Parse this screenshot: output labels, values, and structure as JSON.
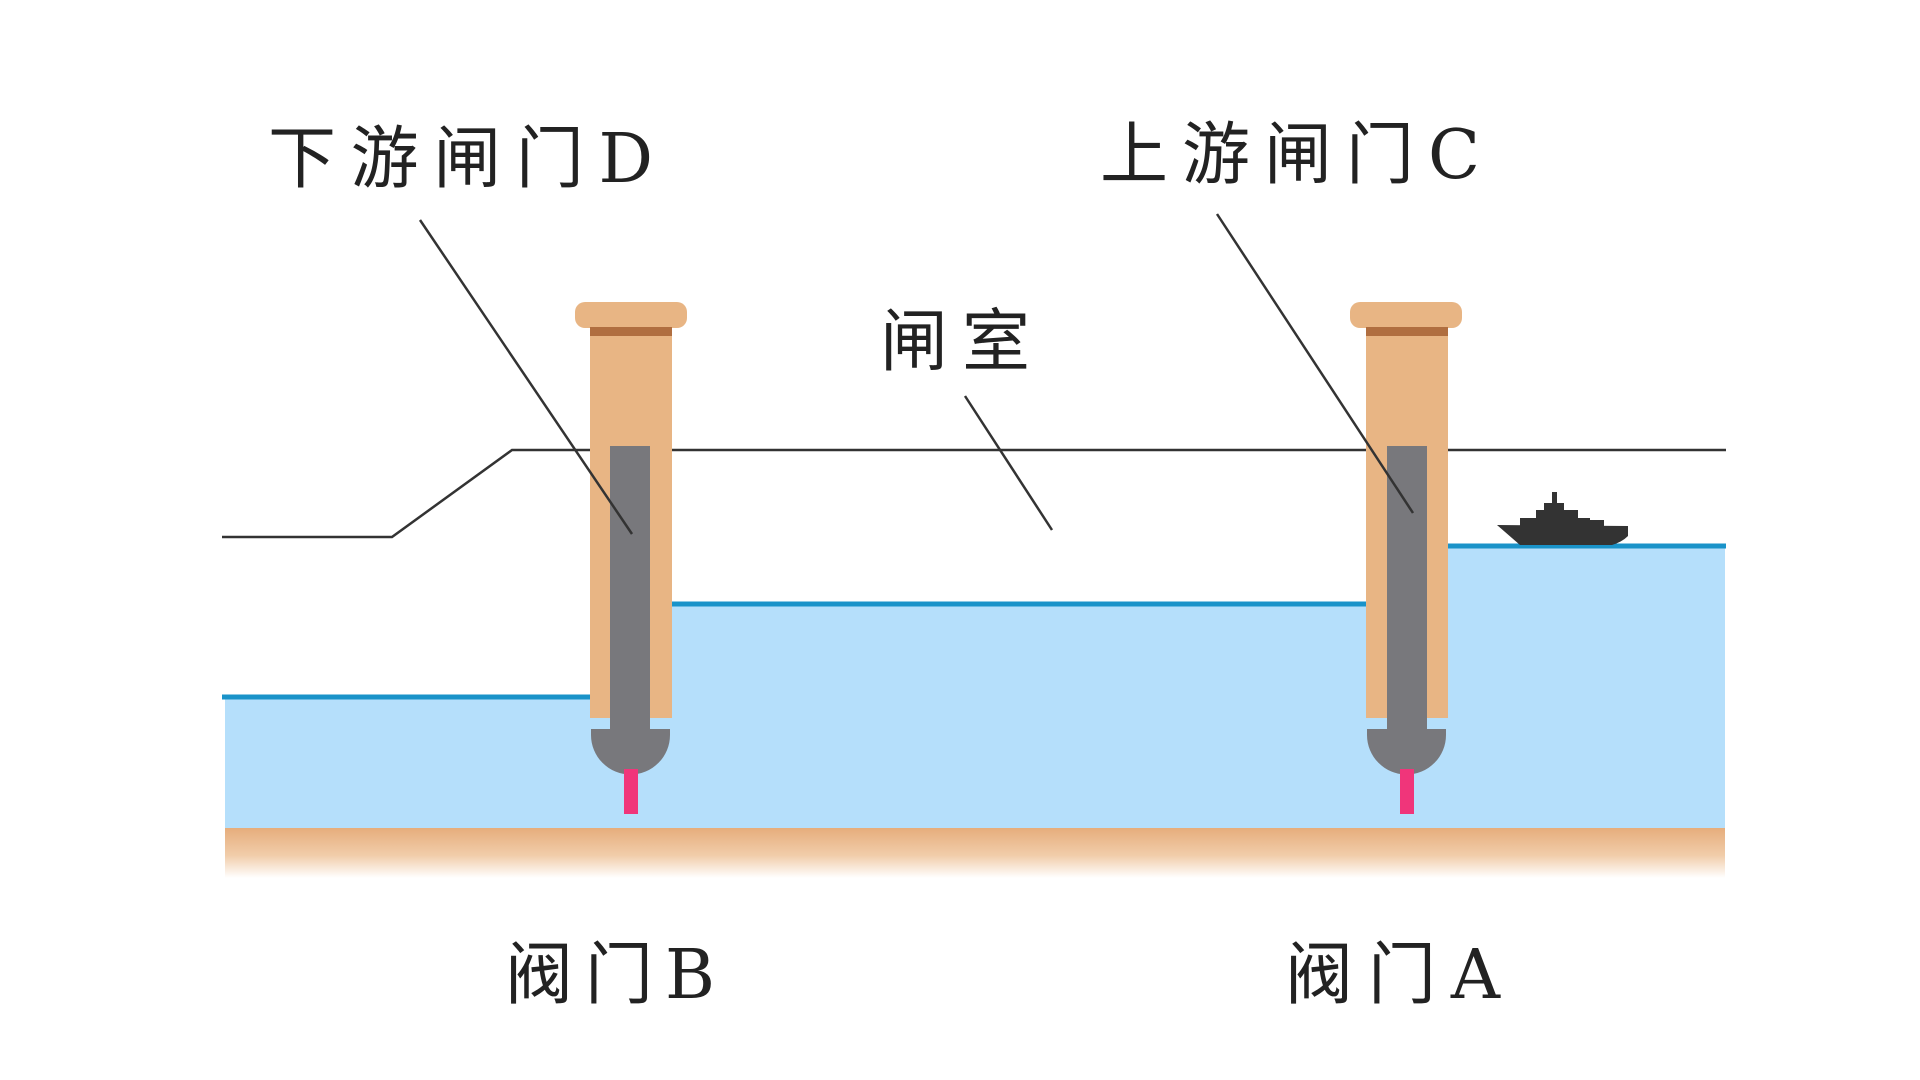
{
  "labels": {
    "downstream_gate": "下游闸门D",
    "upstream_gate": "上游闸门C",
    "lock_chamber": "闸室",
    "valve_b": "阀门B",
    "valve_a": "阀门A"
  },
  "colors": {
    "water_fill": "#b5dffb",
    "water_surface": "#1a93c9",
    "gate_body": "#e8b584",
    "gate_band": "#b06e40",
    "gate_core": "#78787c",
    "valve_stem": "#f0357a",
    "riverbed": "#e8b584",
    "line": "#333333",
    "ship": "#333333"
  },
  "icons": {
    "ship": "ship-icon"
  }
}
